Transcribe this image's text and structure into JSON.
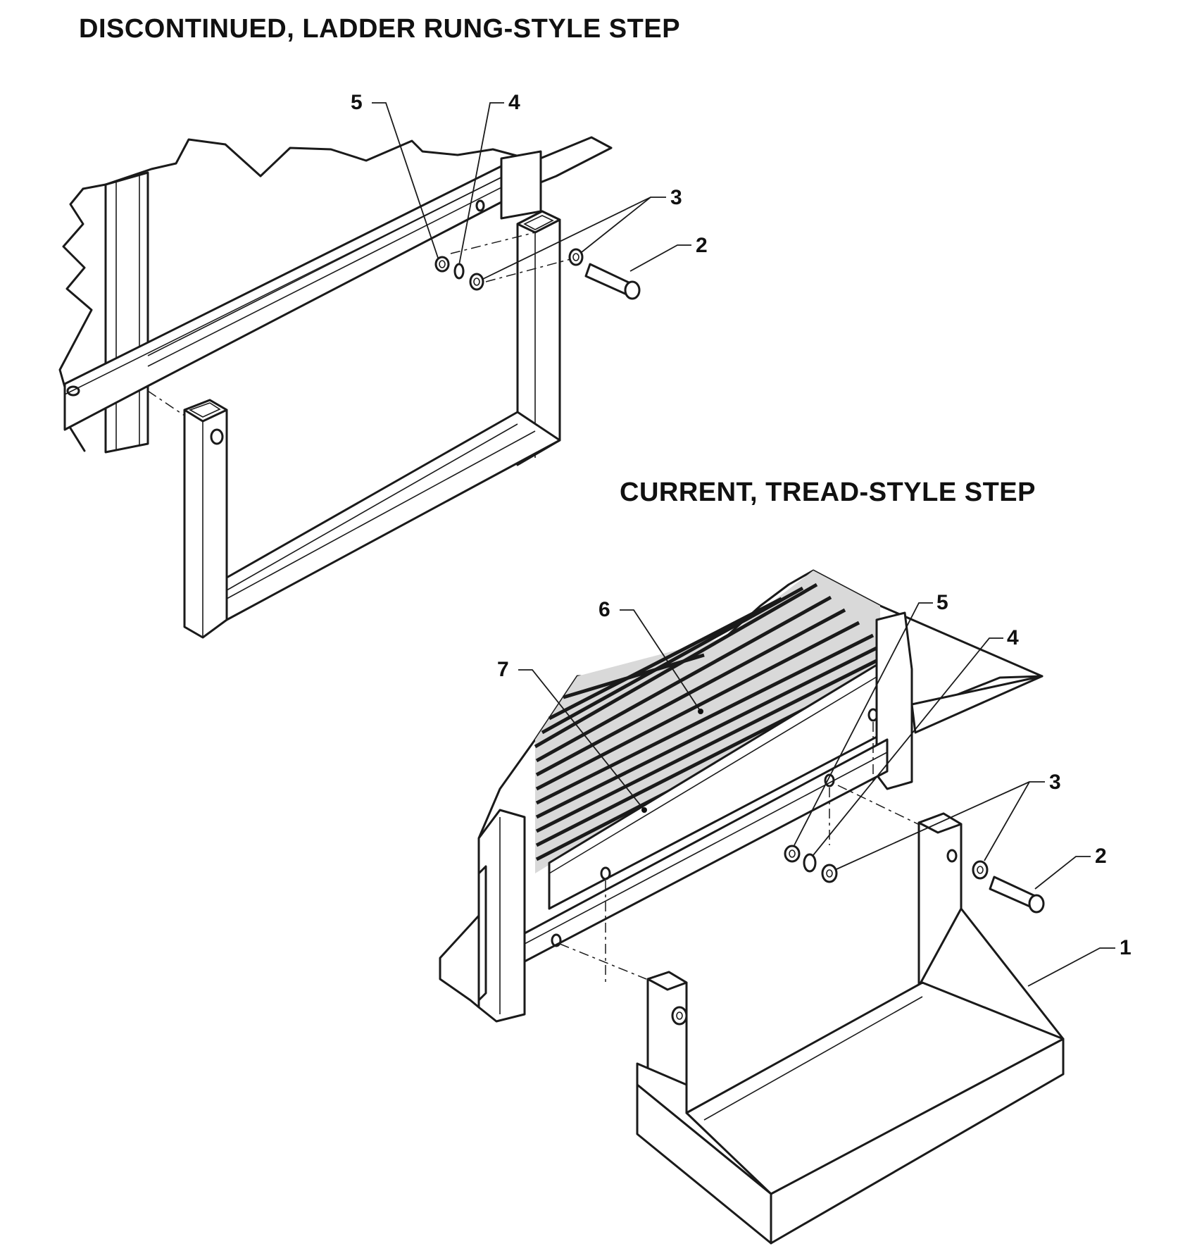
{
  "titles": {
    "discontinued": "DISCONTINUED, LADDER RUNG-STYLE STEP",
    "current": "CURRENT, TREAD-STYLE STEP"
  },
  "callouts_discontinued": [
    {
      "id": "5",
      "label": "5"
    },
    {
      "id": "4",
      "label": "4"
    },
    {
      "id": "3",
      "label": "3"
    },
    {
      "id": "2",
      "label": "2"
    }
  ],
  "callouts_current": [
    {
      "id": "6",
      "label": "6"
    },
    {
      "id": "5",
      "label": "5"
    },
    {
      "id": "4",
      "label": "4"
    },
    {
      "id": "7",
      "label": "7"
    },
    {
      "id": "3",
      "label": "3"
    },
    {
      "id": "2",
      "label": "2"
    },
    {
      "id": "1",
      "label": "1"
    }
  ]
}
